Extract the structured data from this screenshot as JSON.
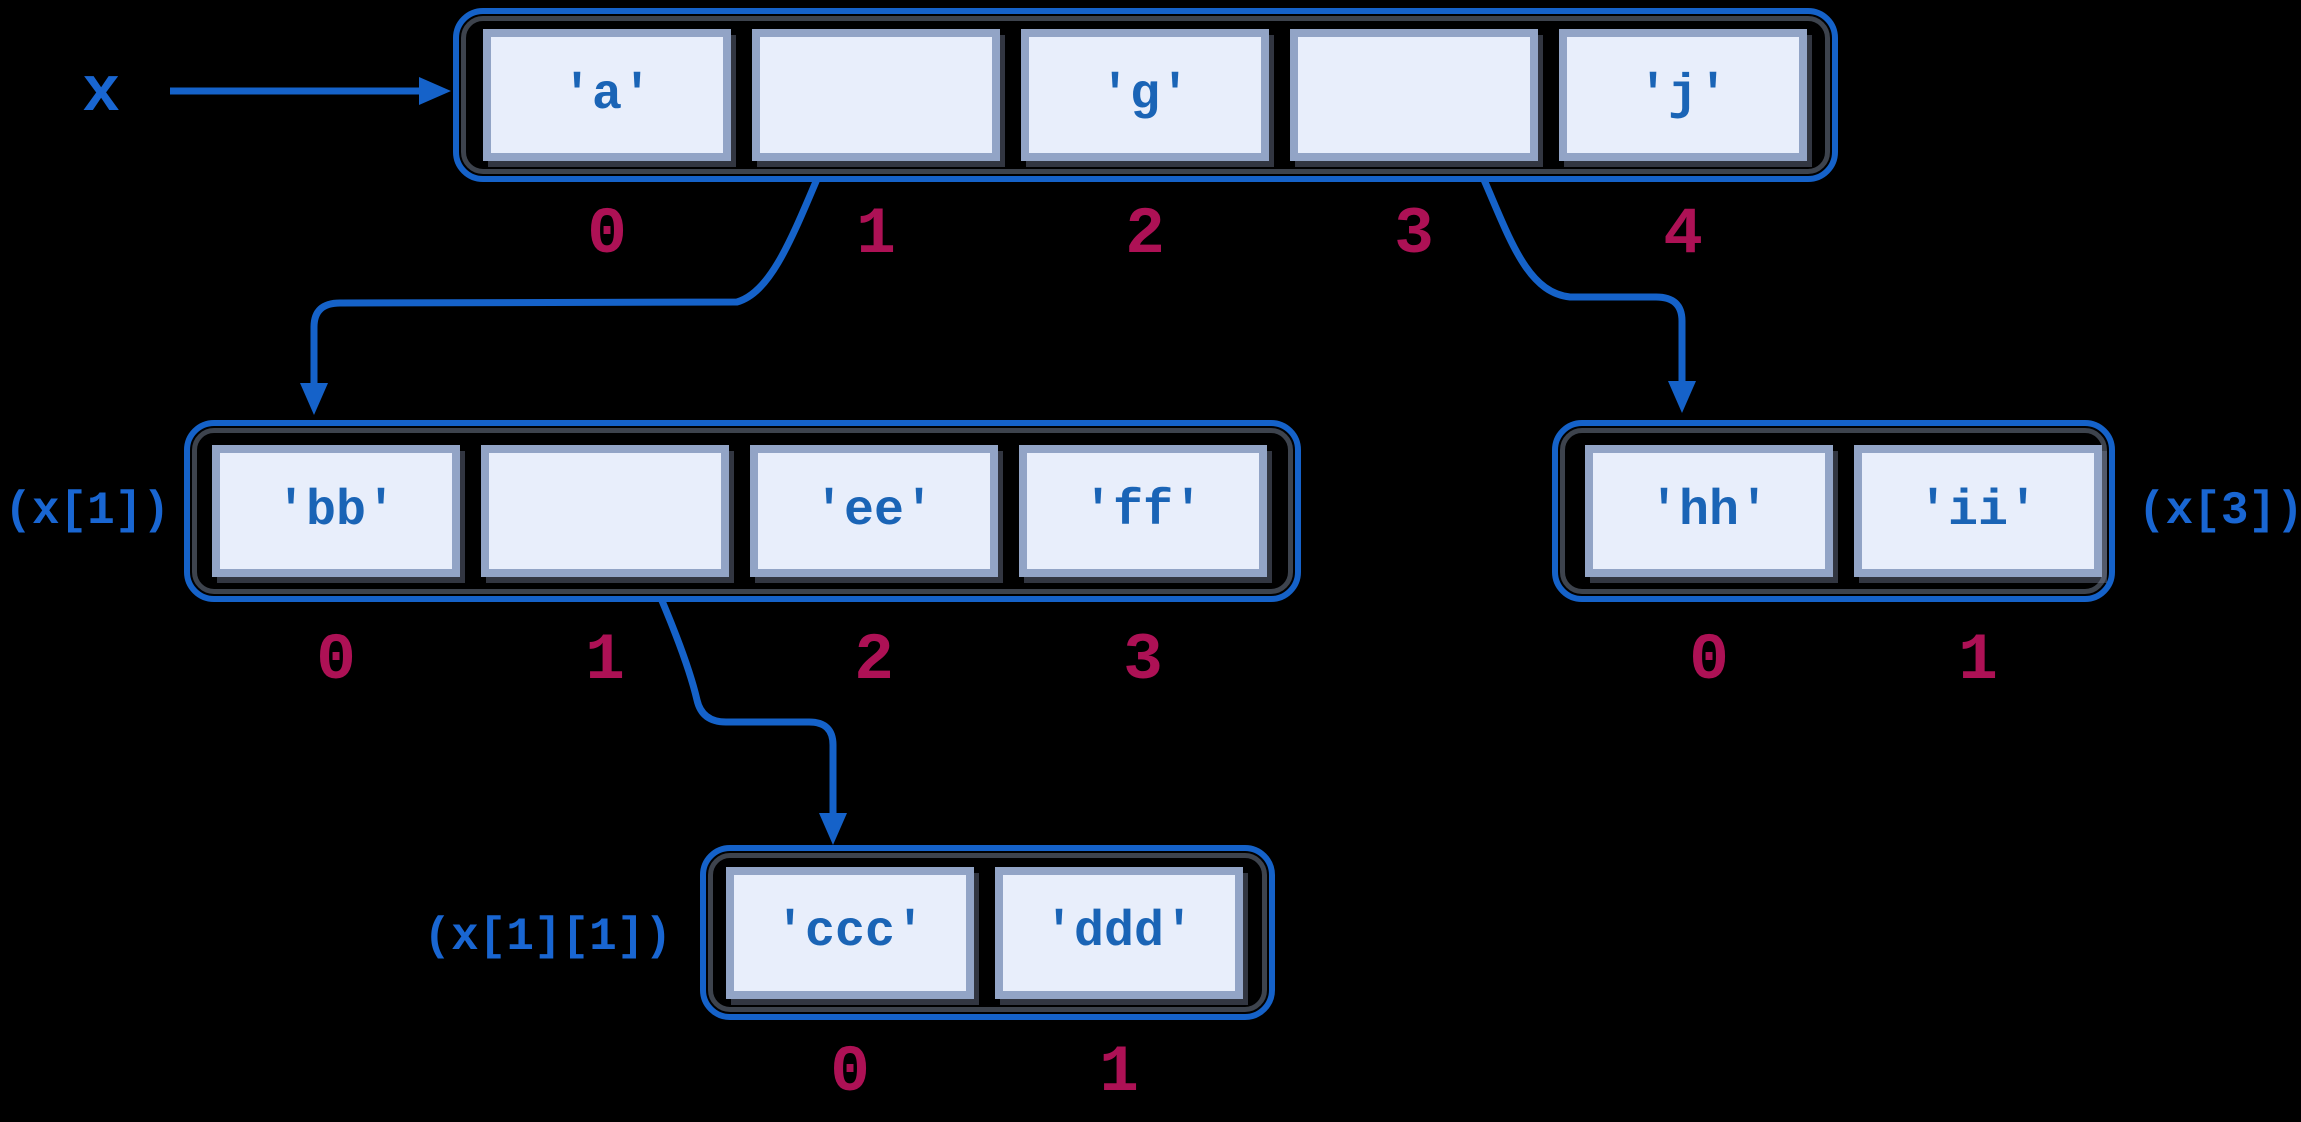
{
  "colors": {
    "accent_blue": "#1562c9",
    "label_blue": "#1966d2",
    "cell_text_blue": "#1a64b6",
    "cell_fill": "#e8eefb",
    "cell_border": "#92a4c6",
    "index_crimson": "#ad1155",
    "shadow_gray": "#3d434d",
    "background": "#000000"
  },
  "variable": {
    "name": "x"
  },
  "lists": [
    {
      "id": "x",
      "label": "",
      "cells": [
        "'a'",
        "",
        "'g'",
        "",
        "'j'"
      ],
      "indices": [
        "0",
        "1",
        "2",
        "3",
        "4"
      ]
    },
    {
      "id": "x1",
      "label": "(x[1])",
      "cells": [
        "'bb'",
        "",
        "'ee'",
        "'ff'"
      ],
      "indices": [
        "0",
        "1",
        "2",
        "3"
      ]
    },
    {
      "id": "x3",
      "label": "(x[3])",
      "cells": [
        "'hh'",
        "'ii'"
      ],
      "indices": [
        "0",
        "1"
      ]
    },
    {
      "id": "x11",
      "label": "(x[1][1])",
      "cells": [
        "'ccc'",
        "'ddd'"
      ],
      "indices": [
        "0",
        "1"
      ]
    }
  ],
  "arrows": [
    {
      "name": "x-to-list-x",
      "from": "variable x",
      "to": "list x"
    },
    {
      "name": "x1-slot-to-list-x1",
      "from": "x index 1",
      "to": "list (x[1])"
    },
    {
      "name": "x3-slot-to-list-x3",
      "from": "x index 3",
      "to": "list (x[3])"
    },
    {
      "name": "x11-slot-to-list-x11",
      "from": "x[1] index 1",
      "to": "list (x[1][1])"
    }
  ]
}
